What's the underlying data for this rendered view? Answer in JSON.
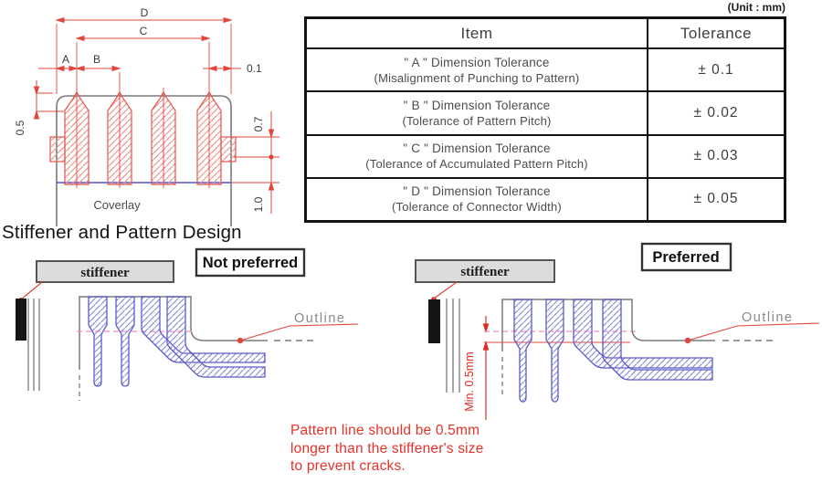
{
  "unit_note": "(Unit : mm)",
  "tolerance_table": {
    "headers": [
      "Item",
      "Tolerance"
    ],
    "rows": [
      {
        "item": "\" A \"  Dimension Tolerance",
        "detail": "(Misalignment of Punching to Pattern)",
        "tolerance": "± 0.1"
      },
      {
        "item": "\" B \" Dimension Tolerance",
        "detail": "(Tolerance of Pattern Pitch)",
        "tolerance": "± 0.02"
      },
      {
        "item": "\" C \" Dimension Tolerance",
        "detail": "(Tolerance of Accumulated Pattern Pitch)",
        "tolerance": "± 0.03"
      },
      {
        "item": "\" D \" Dimension Tolerance",
        "detail": "(Tolerance of Connector Width)",
        "tolerance": "± 0.05"
      }
    ]
  },
  "drawing": {
    "dim_d": "D",
    "dim_c": "C",
    "dim_a": "A",
    "dim_b": "B",
    "dim_offset": "0.1",
    "dim_tip": "0.5",
    "dim_notch": "0.7",
    "dim_bottom": "1.0",
    "coverlay_label": "Coverlay"
  },
  "section_title": "Stiffener and Pattern Design",
  "diagram_left": {
    "stiffener_label": "stiffener",
    "tag": "Not preferred",
    "outline_label": "Outline"
  },
  "diagram_right": {
    "stiffener_label": "stiffener",
    "tag": "Preferred",
    "outline_label": "Outline",
    "min_dim": "Min. 0.5mm"
  },
  "note": {
    "line1": "Pattern line should be 0.5mm",
    "line2": "longer than the stiffener's size",
    "line3": "to prevent cracks."
  },
  "colors": {
    "dimension_red": "#e2453a",
    "trace_blue": "#5b5bc8",
    "outline_gray": "#7a7a7a",
    "coverlay_blue": "#5050cc",
    "stiffener_edge_pink": "#f08cc8",
    "note_red": "#e63229"
  }
}
